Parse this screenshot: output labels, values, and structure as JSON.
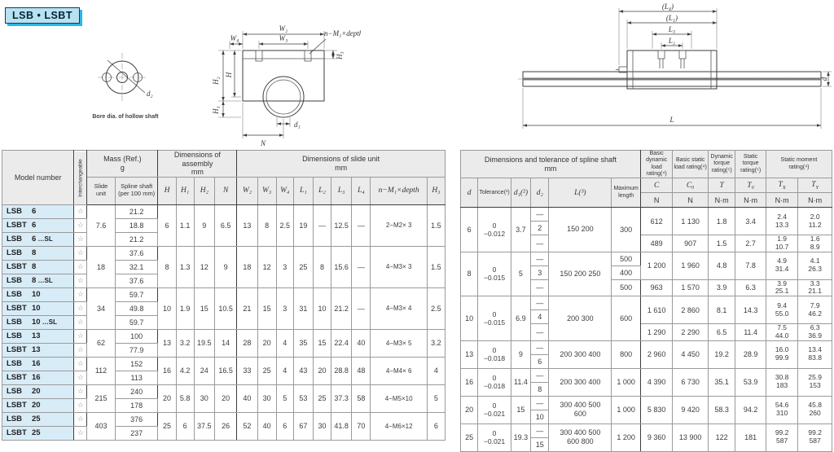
{
  "page": {
    "title": "LSB • LSBT"
  },
  "sym": {
    "star": "☆"
  },
  "diagrams": {
    "bore": {
      "caption": "Bore dia. of hollow shaft",
      "d2": "d₂"
    },
    "front": {
      "w2": "W₂",
      "w4": "W₄",
      "w3": "W₃",
      "nm1": "n−M₁×depth",
      "h3": "H₃",
      "h2": "H₂",
      "h": "H",
      "h1": "H₁",
      "d1": "d₁",
      "n": "N"
    },
    "side": {
      "l4": "(L₄)",
      "l1": "(L₁)",
      "l3": "L₃",
      "l2": "L₂",
      "l": "L",
      "d": "d"
    }
  },
  "lt": {
    "h": {
      "model": "Model number",
      "inter": "Interchangeable",
      "mass": "Mass (Ref.)\ng",
      "slide_unit": "Slide\nunit",
      "spline_shaft": "Spline shaft\n(per 100 mm)",
      "assembly": "Dimensions of assembly\nmm",
      "slide_dims": "Dimensions of slide unit\nmm"
    },
    "cols": [
      "H",
      "H₁",
      "H₂",
      "N",
      "W₂",
      "W₃",
      "W₄",
      "L₁",
      "L₂",
      "L₃",
      "L₄",
      "n−M₁×depth",
      "H₃"
    ],
    "g": [
      {
        "models": [
          {
            "n": "LSB",
            "s": "6",
            "x": ""
          },
          {
            "n": "LSBT",
            "s": "6",
            "x": ""
          },
          {
            "n": "LSB",
            "s": "6",
            "x": " …SL"
          }
        ],
        "slide": "7.6",
        "spline": [
          "21.2",
          "18.8",
          "21.2"
        ],
        "d": [
          "6",
          "1.1",
          "9",
          "6.5",
          "13",
          "8",
          "2.5",
          "19",
          "—",
          "12.5",
          "—",
          "2−M2× 3",
          "1.5"
        ]
      },
      {
        "models": [
          {
            "n": "LSB",
            "s": "8",
            "x": ""
          },
          {
            "n": "LSBT",
            "s": "8",
            "x": ""
          },
          {
            "n": "LSB",
            "s": "8",
            "x": " …SL"
          }
        ],
        "slide": "18",
        "spline": [
          "37.6",
          "32.1",
          "37.6"
        ],
        "d": [
          "8",
          "1.3",
          "12",
          "9",
          "18",
          "12",
          "3",
          "25",
          "8",
          "15.6",
          "—",
          "4−M3× 3",
          "1.5"
        ]
      },
      {
        "models": [
          {
            "n": "LSB",
            "s": "10",
            "x": ""
          },
          {
            "n": "LSBT",
            "s": "10",
            "x": ""
          },
          {
            "n": "LSB",
            "s": "10",
            "x": " …SL"
          }
        ],
        "slide": "34",
        "spline": [
          "59.7",
          "49.8",
          "59.7"
        ],
        "d": [
          "10",
          "1.9",
          "15",
          "10.5",
          "21",
          "15",
          "3",
          "31",
          "10",
          "21.2",
          "—",
          "4−M3× 4",
          "2.5"
        ]
      },
      {
        "models": [
          {
            "n": "LSB",
            "s": "13",
            "x": ""
          },
          {
            "n": "LSBT",
            "s": "13",
            "x": ""
          }
        ],
        "slide": "62",
        "spline": [
          "100",
          "77.9"
        ],
        "d": [
          "13",
          "3.2",
          "19.5",
          "14",
          "28",
          "20",
          "4",
          "35",
          "15",
          "22.4",
          "40",
          "4−M3× 5",
          "3.2"
        ]
      },
      {
        "models": [
          {
            "n": "LSB",
            "s": "16",
            "x": ""
          },
          {
            "n": "LSBT",
            "s": "16",
            "x": ""
          }
        ],
        "slide": "112",
        "spline": [
          "152",
          "113"
        ],
        "d": [
          "16",
          "4.2",
          "24",
          "16.5",
          "33",
          "25",
          "4",
          "43",
          "20",
          "28.8",
          "48",
          "4−M4× 6",
          "4"
        ]
      },
      {
        "models": [
          {
            "n": "LSB",
            "s": "20",
            "x": ""
          },
          {
            "n": "LSBT",
            "s": "20",
            "x": ""
          }
        ],
        "slide": "215",
        "spline": [
          "240",
          "178"
        ],
        "d": [
          "20",
          "5.8",
          "30",
          "20",
          "40",
          "30",
          "5",
          "53",
          "25",
          "37.3",
          "58",
          "4−M5×10",
          "5"
        ]
      },
      {
        "models": [
          {
            "n": "LSB",
            "s": "25",
            "x": ""
          },
          {
            "n": "LSBT",
            "s": "25",
            "x": ""
          }
        ],
        "slide": "403",
        "spline": [
          "376",
          "237"
        ],
        "d": [
          "25",
          "6",
          "37.5",
          "26",
          "52",
          "40",
          "6",
          "67",
          "30",
          "41.8",
          "70",
          "4−M6×12",
          "6"
        ]
      }
    ]
  },
  "rt": {
    "h": {
      "spline_dims": "Dimensions and tolerance of spline shaft\nmm",
      "d": "d",
      "tol": "Tolerance(¹)",
      "d1": "d₁(²)",
      "d2": "d₂",
      "L": "L(³)",
      "max": "Maximum\nlength",
      "c_grp": "Basic dynamic\nload rating(⁴)",
      "c0_grp": "Basic static\nload rating(⁴)",
      "t_grp": "Dynamic torque\nrating(⁵)",
      "t0_grp": "Static torque\nrating(⁵)",
      "m_grp": "Static moment\nrating(⁴)",
      "C": "C",
      "C0": "C₀",
      "T": "T",
      "T0": "T₀",
      "Tb": "T",
      "x": "X",
      "y": "Y",
      "units": [
        "N",
        "N",
        "N·m",
        "N·m",
        "N·m",
        "N·m"
      ]
    },
    "g": [
      {
        "d": "6",
        "tol": "0\n−0.012",
        "d1": "3.7",
        "d2": [
          "—",
          "2",
          "—"
        ],
        "L": "150 200",
        "max": [
          "300"
        ],
        "r": [
          {
            "C": "612",
            "C0": "1 130",
            "T": "1.8",
            "T0": "3.4",
            "Tx": "2.4\n13.3",
            "Ty": "2.0\n11.2"
          },
          {
            "C": "489",
            "C0": "907",
            "T": "1.5",
            "T0": "2.7",
            "Tx": "1.9\n10.7",
            "Ty": "1.6\n8.9"
          }
        ]
      },
      {
        "d": "8",
        "tol": "0\n−0.015",
        "d1": "5",
        "d2": [
          "—",
          "3",
          "—"
        ],
        "L": "150 200 250",
        "max": [
          "500",
          "400",
          "500"
        ],
        "r": [
          {
            "C": "1 200",
            "C0": "1 960",
            "T": "4.8",
            "T0": "7.8",
            "Tx": "4.9\n31.4",
            "Ty": "4.1\n26.3"
          },
          {
            "C": "963",
            "C0": "1 570",
            "T": "3.9",
            "T0": "6.3",
            "Tx": "3.9\n25.1",
            "Ty": "3.3\n21.1"
          }
        ]
      },
      {
        "d": "10",
        "tol": "0\n−0.015",
        "d1": "6.9",
        "d2": [
          "—",
          "4",
          "—"
        ],
        "L": "200 300",
        "max": [
          "600"
        ],
        "r": [
          {
            "C": "1 610",
            "C0": "2 860",
            "T": "8.1",
            "T0": "14.3",
            "Tx": "9.4\n55.0",
            "Ty": "7.9\n46.2"
          },
          {
            "C": "1 290",
            "C0": "2 290",
            "T": "6.5",
            "T0": "11.4",
            "Tx": "7.5\n44.0",
            "Ty": "6.3\n36.9"
          }
        ]
      },
      {
        "d": "13",
        "tol": "0\n−0.018",
        "d1": "9",
        "d2": [
          "—",
          "6"
        ],
        "L": "200 300 400",
        "max": [
          "800"
        ],
        "r": [
          {
            "C": "2 960",
            "C0": "4 450",
            "T": "19.2",
            "T0": "28.9",
            "Tx": "16.0\n99.9",
            "Ty": "13.4\n83.8"
          }
        ]
      },
      {
        "d": "16",
        "tol": "0\n−0.018",
        "d1": "11.4",
        "d2": [
          "—",
          "8"
        ],
        "L": "200 300 400",
        "max": [
          "1 000"
        ],
        "r": [
          {
            "C": "4 390",
            "C0": "6 730",
            "T": "35.1",
            "T0": "53.9",
            "Tx": "30.8\n183",
            "Ty": "25.9\n153"
          }
        ]
      },
      {
        "d": "20",
        "tol": "0\n−0.021",
        "d1": "15",
        "d2": [
          "—",
          "10"
        ],
        "L": "300 400 500\n600",
        "max": [
          "1 000"
        ],
        "r": [
          {
            "C": "5 830",
            "C0": "9 420",
            "T": "58.3",
            "T0": "94.2",
            "Tx": "54.6\n310",
            "Ty": "45.8\n260"
          }
        ]
      },
      {
        "d": "25",
        "tol": "0\n−0.021",
        "d1": "19.3",
        "d2": [
          "—",
          "15"
        ],
        "L": "300 400 500\n600 800",
        "max": [
          "1 200"
        ],
        "r": [
          {
            "C": "9 360",
            "C0": "13 900",
            "T": "122",
            "T0": "181",
            "Tx": "99.2\n587",
            "Ty": "99.2\n587"
          }
        ]
      }
    ]
  }
}
